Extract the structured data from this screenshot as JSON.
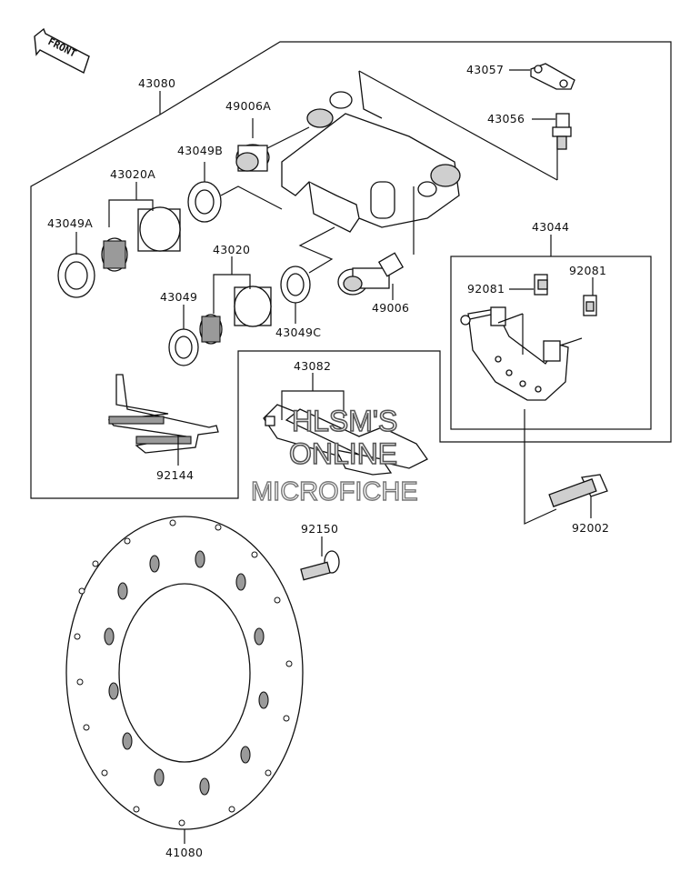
{
  "front_arrow": {
    "label": "FRONT",
    "icon": "front-arrow-icon"
  },
  "part_numbers": {
    "p43080": "43080",
    "p49006A": "49006A",
    "p43049B": "43049B",
    "p43020A": "43020A",
    "p43049A": "43049A",
    "p43020": "43020",
    "p43049": "43049",
    "p43049C": "43049C",
    "p49006": "49006",
    "p43057": "43057",
    "p43056": "43056",
    "p43044": "43044",
    "p92081_left": "92081",
    "p92081_right": "92081",
    "p43082": "43082",
    "p92144": "92144",
    "p92002": "92002",
    "p92150": "92150",
    "p41080": "41080"
  },
  "watermark": {
    "line1": "HLSM'S",
    "line2": "ONLINE",
    "line3": "MICROFICHE"
  }
}
